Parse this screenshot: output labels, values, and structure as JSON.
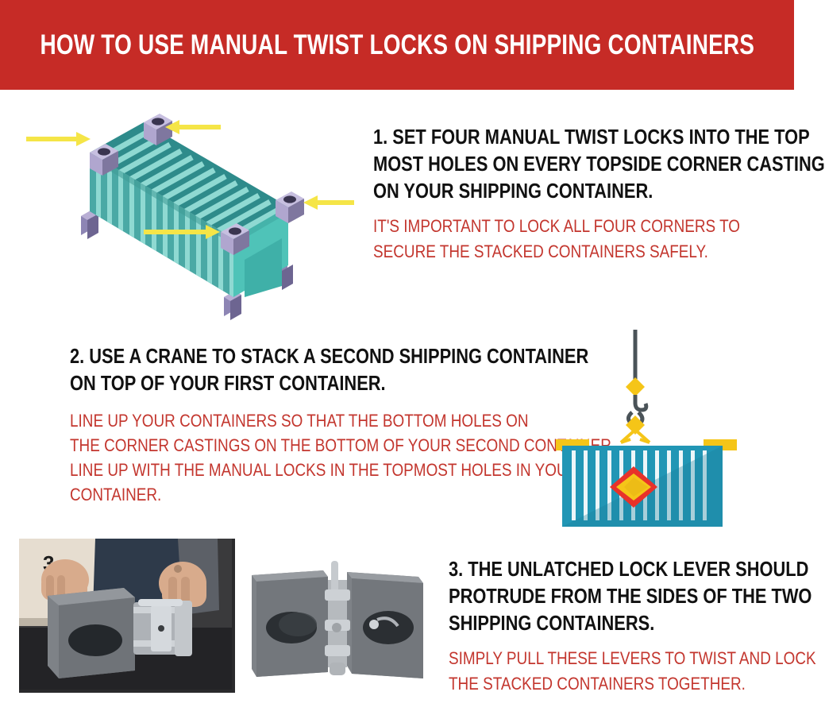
{
  "header": {
    "title": "HOW TO USE MANUAL TWIST LOCKS ON SHIPPING CONTAINERS",
    "background_color": "#c62b26",
    "text_color": "#ffffff"
  },
  "colors": {
    "banner_red": "#c62b26",
    "note_red": "#c3362e",
    "heading_black": "#111111",
    "arrow_yellow": "#f5e547",
    "container_teal_dark": "#2e8b8b",
    "container_teal_mid": "#4aa9a5",
    "container_teal_light": "#8fd9d2",
    "container_face_teal": "#4fc3b8",
    "corner_casting_lavender": "#b8aed4",
    "corner_casting_shadow": "#6d6591",
    "crane_container_blue": "#2196b5",
    "crane_fitting_yellow": "#f5c518",
    "placard_red": "#e8322a",
    "cable_gray": "#4a5358",
    "casting_gray": "#8a8d92",
    "lock_silver": "#b9bcc0"
  },
  "steps": [
    {
      "number": "1",
      "heading_lines": [
        "1. SET FOUR MANUAL TWIST LOCKS INTO THE TOP",
        "MOST HOLES ON EVERY TOPSIDE CORNER CASTING",
        "ON YOUR SHIPPING CONTAINER."
      ],
      "note_lines": [
        "IT'S IMPORTANT TO LOCK ALL FOUR CORNERS TO",
        "SECURE THE STACKED CONTAINERS SAFELY."
      ]
    },
    {
      "number": "2",
      "heading_lines": [
        "2. USE A CRANE TO STACK A SECOND SHIPPING CONTAINER",
        "ON TOP OF YOUR FIRST CONTAINER."
      ],
      "note_lines": [
        "LINE UP YOUR CONTAINERS SO THAT THE BOTTOM HOLES ON",
        "THE CORNER CASTINGS ON THE BOTTOM OF YOUR SECOND CONTAINER",
        "LINE UP WITH THE MANUAL LOCKS IN THE TOPMOST HOLES IN YOUR FIRST",
        "CONTAINER."
      ]
    },
    {
      "number": "3",
      "heading_lines": [
        "3. THE UNLATCHED LOCK LEVER SHOULD",
        "PROTRUDE FROM THE SIDES OF THE TWO",
        "SHIPPING CONTAINERS."
      ],
      "note_lines": [
        "SIMPLY PULL THESE LEVERS TO TWIST AND LOCK",
        "THE STACKED CONTAINERS TOGETHER."
      ]
    }
  ],
  "illustrations": {
    "container_isometric": {
      "name": "isometric-shipping-container-with-corner-castings",
      "arrow_count": 4,
      "corner_casting_count": 4
    },
    "crane_lift": {
      "name": "crane-hook-lifting-shipping-container",
      "parts": [
        "cable",
        "hook",
        "spreader",
        "container",
        "hazard-placard"
      ]
    },
    "two_castings": {
      "name": "two-corner-castings-joined-by-twist-lock"
    },
    "photo": {
      "name": "hands-holding-corner-casting-with-twist-lock"
    }
  }
}
